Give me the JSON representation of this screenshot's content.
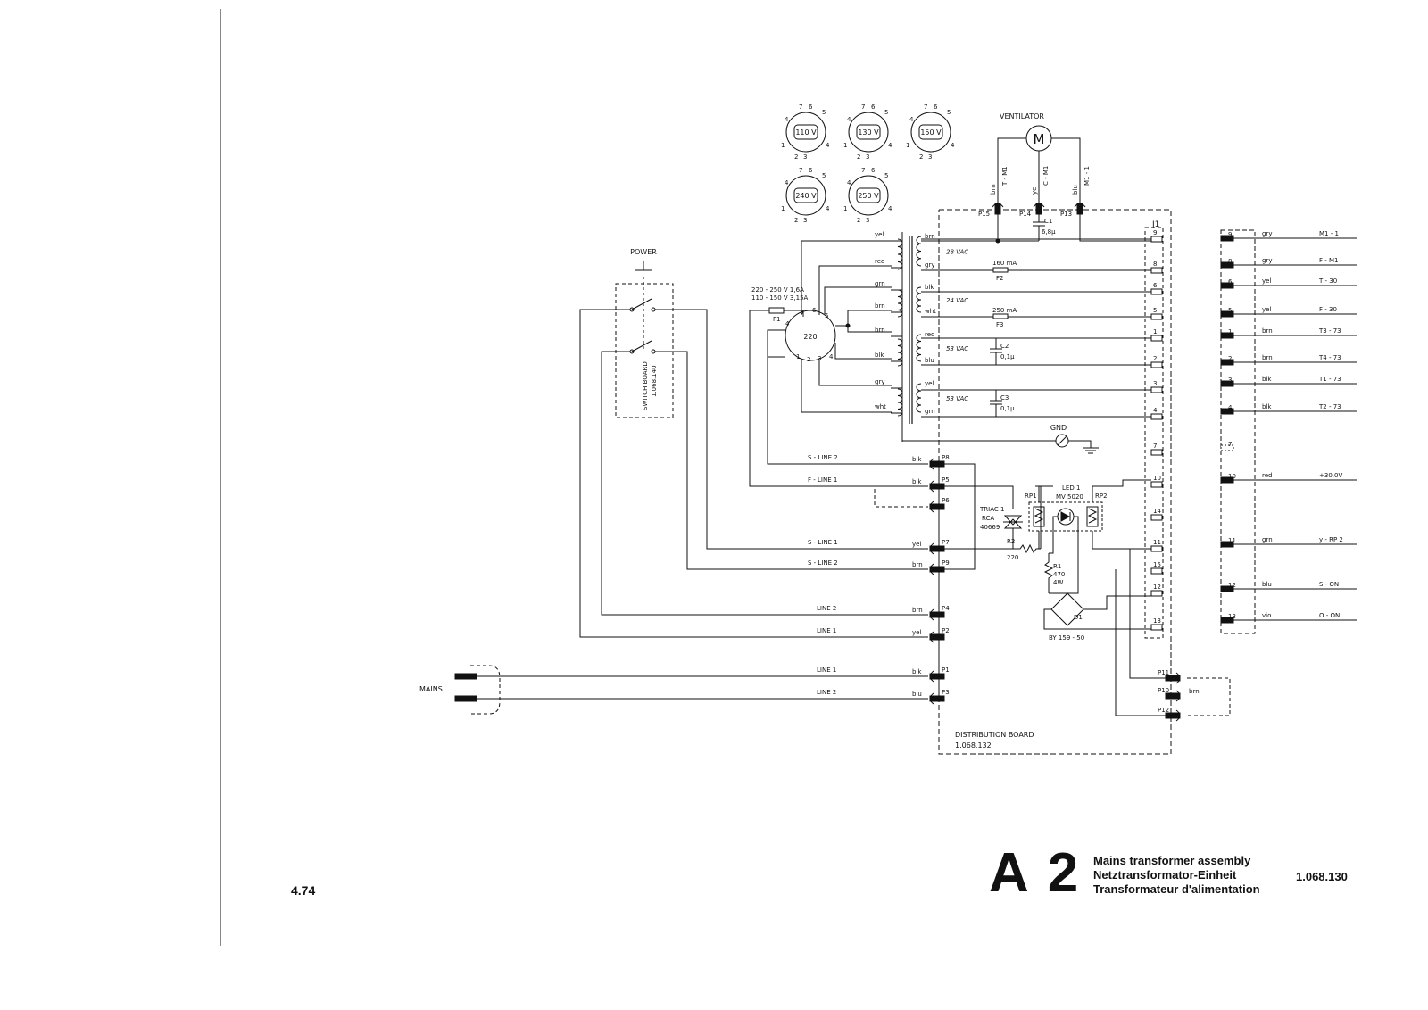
{
  "footer": {
    "page_number": "4.74"
  },
  "title_block": {
    "id": "A 2",
    "titles": [
      "Mains transformer assembly",
      "Netztransformator-Einheit",
      "Transformateur d'alimentation"
    ],
    "doc_number": "1.068.130"
  },
  "diagram": {
    "nodes": {
      "power_label": "POWER",
      "switch_board": [
        "SWITCH BOARD",
        "1.068.140"
      ],
      "mains_label": "MAINS",
      "ventilator_label": "VENTILATOR",
      "motor_symbol": "M",
      "distribution_board": [
        "DISTRIBUTION BOARD",
        "1.068.132"
      ],
      "gnd": "GND",
      "j1": "J1",
      "fuse_main": [
        "220 - 250 V 1,6A",
        "110 - 150 V 3,15A"
      ],
      "f1": "F1",
      "selector_220": "220",
      "triac": [
        "TRIAC 1",
        "RCA",
        "40669"
      ],
      "r2": [
        "R2",
        "220"
      ],
      "r1": [
        "R1",
        "470",
        "4W"
      ],
      "led": [
        "LED 1",
        "MV 5020"
      ],
      "rp1": "RP1",
      "rp2": "RP2",
      "d1": "D1",
      "d1_part": "BY 159 - 50",
      "c1": [
        "C1",
        "6,8µ"
      ],
      "c2": [
        "C2",
        "0,1µ"
      ],
      "c3": [
        "C3",
        "0,1µ"
      ],
      "f2": [
        "160 mA",
        "F2"
      ],
      "f3": [
        "250 mA",
        "F3"
      ]
    },
    "voltage_selectors": [
      {
        "label": "110 V"
      },
      {
        "label": "130 V"
      },
      {
        "label": "150 V"
      },
      {
        "label": "240 V"
      },
      {
        "label": "250 V"
      }
    ],
    "selector_pins": [
      "1",
      "2",
      "3",
      "4",
      "5",
      "6",
      "7"
    ],
    "primary_wires": [
      "yel",
      "red",
      "grn",
      "brn",
      "brn",
      "blk",
      "gry",
      "wht"
    ],
    "secondary_windings": [
      {
        "top": "brn",
        "bottom": "gry",
        "voltage": "28 VAC"
      },
      {
        "top": "blk",
        "bottom": "wht",
        "voltage": "24 VAC"
      },
      {
        "top": "red",
        "bottom": "blu",
        "voltage": "53 VAC"
      },
      {
        "top": "yel",
        "bottom": "grn",
        "voltage": "53 VAC"
      }
    ],
    "fan_connectors": [
      {
        "pin": "P15",
        "color": "brn",
        "signal": "T - M1"
      },
      {
        "pin": "P14",
        "color": "yel",
        "signal": "C - M1"
      },
      {
        "pin": "P13",
        "color": "blu",
        "signal": "M1 - 1"
      }
    ],
    "j1_pins": [
      "9",
      "8",
      "6",
      "5",
      "1",
      "2",
      "3",
      "4",
      "7",
      "10",
      "14",
      "11",
      "15",
      "12",
      "13"
    ],
    "lines": [
      {
        "label": "S - LINE 2",
        "pin": "P8",
        "color": "blk"
      },
      {
        "label": "F - LINE 1",
        "pin": "P5",
        "color": "blk"
      },
      {
        "label": "",
        "pin": "P6",
        "color": ""
      },
      {
        "label": "S - LINE 1",
        "pin": "P7",
        "color": "yel"
      },
      {
        "label": "S - LINE 2",
        "pin": "P9",
        "color": "brn"
      },
      {
        "label": "LINE 2",
        "pin": "P4",
        "color": "brn"
      },
      {
        "label": "LINE 1",
        "pin": "P2",
        "color": "yel"
      },
      {
        "label": "LINE 1",
        "pin": "P1",
        "color": "blk"
      },
      {
        "label": "LINE 2",
        "pin": "P3",
        "color": "blu"
      }
    ],
    "right_connectors": [
      {
        "pin": "P11",
        "color": ""
      },
      {
        "pin": "P10",
        "color": "brn"
      },
      {
        "pin": "P12",
        "color": ""
      }
    ],
    "output_harness": [
      {
        "pin": "9",
        "color": "gry",
        "signal": "M1 - 1"
      },
      {
        "pin": "8",
        "color": "gry",
        "signal": "F - M1"
      },
      {
        "pin": "6",
        "color": "yel",
        "signal": "T - 30"
      },
      {
        "pin": "5",
        "color": "yel",
        "signal": "F - 30"
      },
      {
        "pin": "1",
        "color": "brn",
        "signal": "T3 - 73"
      },
      {
        "pin": "2",
        "color": "brn",
        "signal": "T4 - 73"
      },
      {
        "pin": "3",
        "color": "blk",
        "signal": "T1 - 73"
      },
      {
        "pin": "4",
        "color": "blk",
        "signal": "T2 - 73"
      },
      {
        "pin": "7",
        "color": "",
        "signal": ""
      },
      {
        "pin": "10",
        "color": "red",
        "signal": "+30.0V"
      },
      {
        "pin": "11",
        "color": "grn",
        "signal": "y - RP 2"
      },
      {
        "pin": "12",
        "color": "blu",
        "signal": "S - ON"
      },
      {
        "pin": "13",
        "color": "vio",
        "signal": "O - ON"
      }
    ]
  }
}
